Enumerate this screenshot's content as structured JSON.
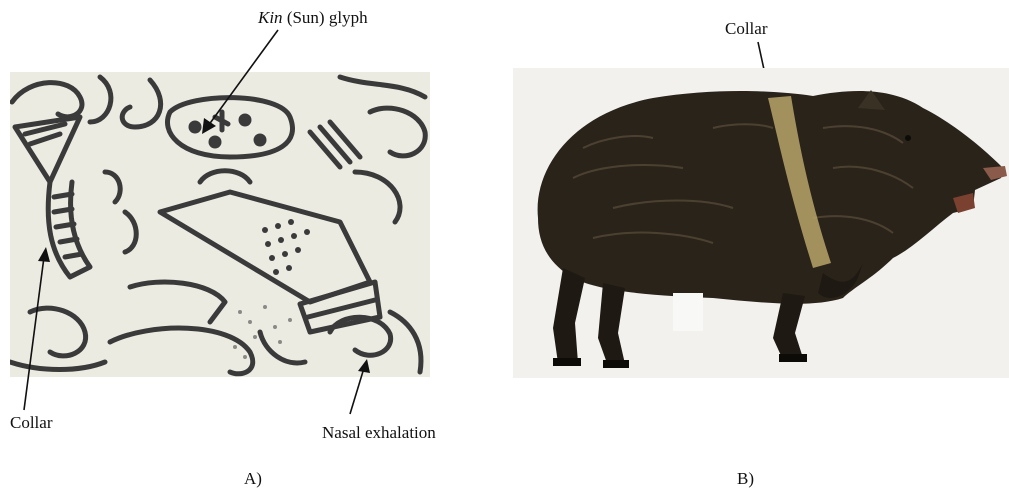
{
  "panel_a": {
    "kin_label_italic": "Kin",
    "kin_label_rest": " (Sun) glyph",
    "collar_label": "Collar",
    "nasal_label": "Nasal exhalation",
    "caption": "A)"
  },
  "panel_b": {
    "collar_label": "Collar",
    "caption": "B)"
  },
  "colors": {
    "line_art_bg": "#ecebe2",
    "ink": "#3a3a3a",
    "fur_dark": "#2a231a",
    "collar_band": "#b8a46a"
  }
}
